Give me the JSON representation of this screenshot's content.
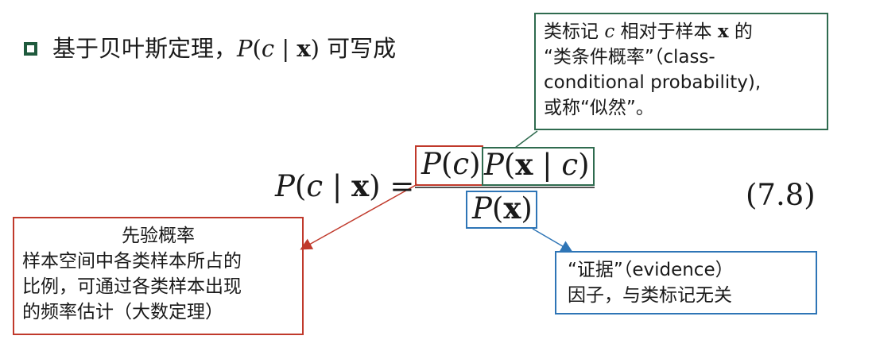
{
  "bullet": {
    "prefix": "基于贝叶斯定理，",
    "expr_p": "P",
    "expr_open": "(",
    "expr_c": "c",
    "expr_bar": " | ",
    "expr_x": "x",
    "expr_close": ")",
    "suffix": " 可写成"
  },
  "equation": {
    "lhs_p": "P",
    "lhs_open": "(",
    "lhs_c": "c",
    "lhs_bar": " | ",
    "lhs_x": "x",
    "lhs_close": ")",
    "equals": "=",
    "prior_p": "P",
    "prior_open": "(",
    "prior_c": "c",
    "prior_close": ")",
    "lik_p": "P",
    "lik_open": "(",
    "lik_x": "x",
    "lik_bar": " | ",
    "lik_c": "c",
    "lik_close": ")",
    "ev_p": "P",
    "ev_open": "(",
    "ev_x": "x",
    "ev_close": ")",
    "number": "(7.8)"
  },
  "callouts": {
    "likelihood": {
      "l1_a": "类标记 ",
      "l1_c": "c",
      "l1_b": " 相对于样本 ",
      "l1_x": "x",
      "l1_d": " 的",
      "l2": "“类条件概率”（class-",
      "l3": "conditional probability),",
      "l4": "或称“似然”。"
    },
    "prior": {
      "title": "先验概率",
      "l1": "样本空间中各类样本所占的",
      "l2": "比例，可通过各类样本出现",
      "l3": "的频率估计（大数定理）"
    },
    "evidence": {
      "l1": "“证据”（evidence）",
      "l2": "因子，与类标记无关"
    }
  },
  "colors": {
    "green": "#2f6b4f",
    "red": "#c0392b",
    "blue": "#2e75b6"
  }
}
